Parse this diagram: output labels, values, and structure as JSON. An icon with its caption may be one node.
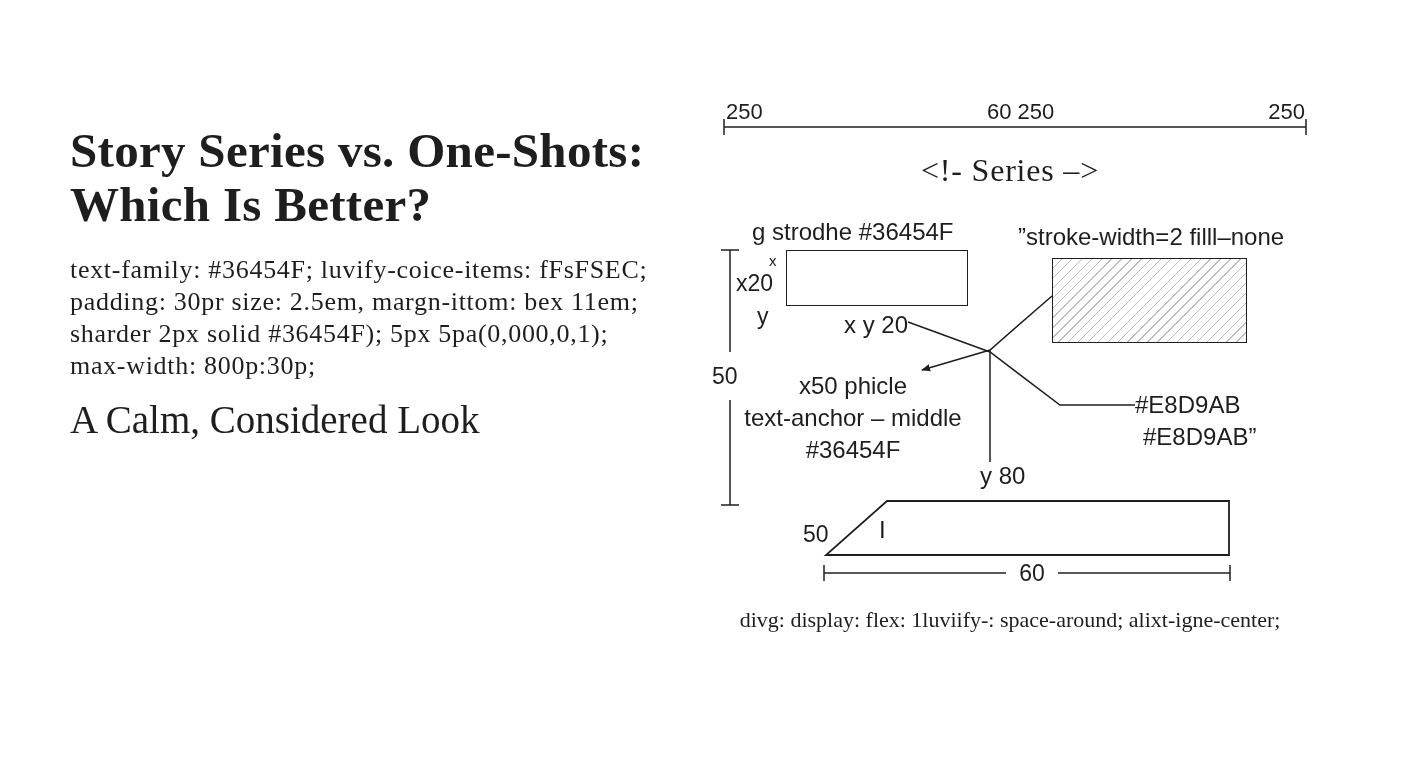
{
  "diagram": {
    "title": "Story Series vs. One-Shots: Which Is Better?",
    "nodes": [
      {
        "text": [],
        "shape": "box",
        "beside": [
          "g strodhe #36454F"
        ]
      },
      {
        "text": [],
        "shape": "box",
        "beside": [
          "”stroke-width=2 filll–none"
        ]
      },
      {
        "text": [
          "x y 20"
        ]
      },
      {
        "text": [
          "x50 phicle",
          "text-anchor – middle",
          "#36454F"
        ]
      },
      {
        "text": [
          "#E8D9AB",
          "#E8D9AB”"
        ]
      },
      {
        "text": [
          "y 80"
        ]
      },
      {
        "text": [
          "I"
        ]
      }
    ],
    "edges": [
      {
        "from": 1,
        "to": 3,
        "arrow": "to"
      },
      {
        "from": 2,
        "to": 4,
        "arrow": "none"
      },
      {
        "from": 5,
        "to": null,
        "arrow": "none"
      }
    ],
    "labels": [
      "text-family: #36454F; luvify-coice-items: fFsFSEC; padding: 30pr size: 2.5em, margn-ittom: bex 11em; sharder 2px solid #36454F); 5px 5pa(0,000,0,1); max-width: 800p:30p;",
      "A Calm, Considered Look",
      "250",
      "60 250",
      "250",
      "<!- Series –>",
      "x",
      "x20",
      "y",
      "50",
      "50",
      "60",
      "divg: display: flex: 1luviify-: space-around; alixt-igne-center;"
    ]
  }
}
